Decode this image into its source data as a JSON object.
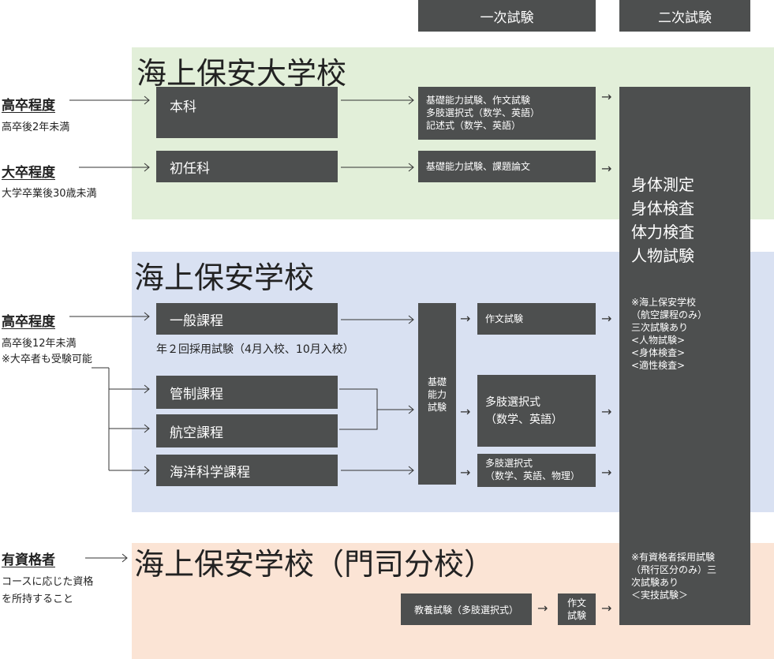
{
  "headers": {
    "first": "一次試験",
    "second": "二次試験"
  },
  "schools": {
    "university": "海上保安大学校",
    "school": "海上保安学校",
    "moji": "海上保安学校（門司分校）"
  },
  "levels": {
    "uni_high": {
      "title": "高卒程度",
      "note": "高卒後2年未満"
    },
    "uni_grad": {
      "title": "大卒程度",
      "note": "大学卒業後30歳未満"
    },
    "school_high": {
      "title": "高卒程度",
      "note1": "高卒後12年未満",
      "note2": "※大卒者も受験可能"
    },
    "moji_qual": {
      "title": "有資格者",
      "note1": "コースに応じた資格",
      "note2": "を所持すること"
    }
  },
  "courses": {
    "honka": "本科",
    "shoninka": "初任科",
    "ippan": "一般課程",
    "kansei": "管制課程",
    "koku": "航空課程",
    "kaiyo": "海洋科学課程"
  },
  "recruit_note": "年２回採用試験（4月入校、10月入校）",
  "exams": {
    "honka_line1": "基礎能力試験、作文試験",
    "honka_line2": "多肢選択式（数学、英語）",
    "honka_line3": "記述式（数学、英語）",
    "shoninka": "基礎能力試験、課題論文",
    "kiso_line1": "基礎",
    "kiso_line2": "能力",
    "kiso_line3": "試験",
    "sakubun": "作文試験",
    "tashi_line1": "多肢選択式",
    "tashi_line2": "（数学、英語）",
    "tashi3_line1": "多肢選択式",
    "tashi3_line2": "（数学、英語、物理）",
    "kyoyo": "教養試験（多肢選択式）",
    "sakubun2_line1": "作文",
    "sakubun2_line2": "試験"
  },
  "second_exam": {
    "items": [
      "身体測定",
      "身体検査",
      "体力検査",
      "人物試験"
    ],
    "note_school": [
      "※海上保安学校",
      "（航空課程のみ）",
      "三次試験あり",
      "<人物試験>",
      "<身体検査>",
      "<適性検査>"
    ],
    "note_moji": [
      "※有資格者採用試験",
      "（飛行区分のみ）三",
      "次試験あり",
      "＜実技試験＞"
    ]
  },
  "arrow": "→",
  "colors": {
    "dark": "#4d4f4f",
    "green": "#e2efd9",
    "blue": "#d9e1f2",
    "pink": "#fbe4d5"
  }
}
